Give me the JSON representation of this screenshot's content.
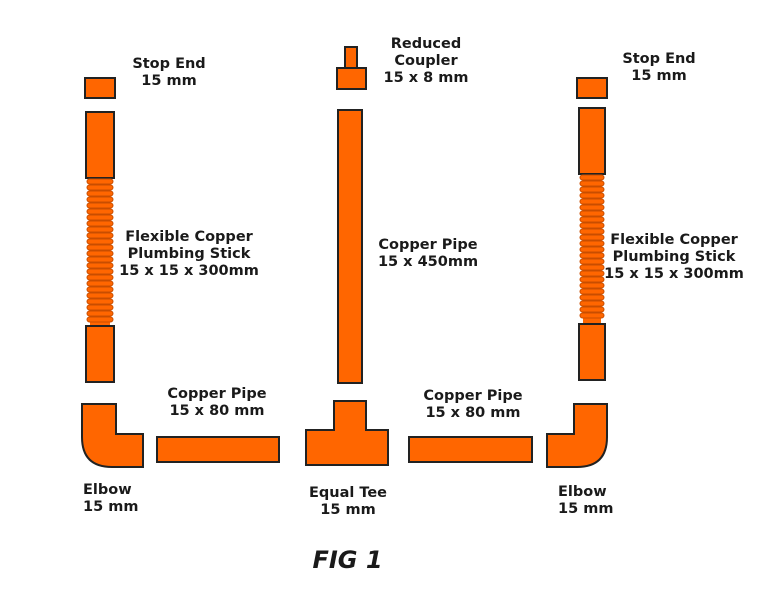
{
  "colors": {
    "copper": "#ff6600",
    "outline": "#222222",
    "text": "#1a1a1a",
    "background": "#ffffff"
  },
  "labels": {
    "stop_end_left": {
      "line1": "Stop End",
      "line2": "15 mm"
    },
    "reduced_coupler": {
      "line1": "Reduced",
      "line2": "Coupler",
      "line3": "15 x 8 mm"
    },
    "stop_end_right": {
      "line1": "Stop End",
      "line2": "15 mm"
    },
    "flex_left": {
      "line1": "Flexible Copper",
      "line2": "Plumbing Stick",
      "line3": "15 x 15 x 300mm"
    },
    "pipe_long": {
      "line1": "Copper Pipe",
      "line2": "15 x 450mm"
    },
    "flex_right": {
      "line1": "Flexible Copper",
      "line2": "Plumbing Stick",
      "line3": "15 x 15 x 300mm"
    },
    "pipe_short_left": {
      "line1": "Copper Pipe",
      "line2": "15 x 80 mm"
    },
    "pipe_short_right": {
      "line1": "Copper Pipe",
      "line2": "15 x 80 mm"
    },
    "elbow_left": {
      "line1": "Elbow",
      "line2": "15 mm"
    },
    "equal_tee": {
      "line1": "Equal Tee",
      "line2": "15 mm"
    },
    "elbow_right": {
      "line1": "Elbow",
      "line2": "15 mm"
    }
  },
  "figure_caption": "FIG 1"
}
